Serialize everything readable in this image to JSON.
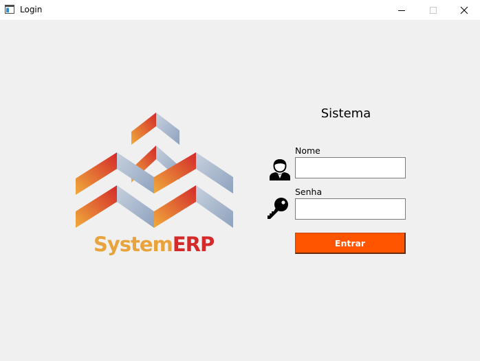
{
  "window": {
    "title": "Login",
    "controls": {
      "minimize": "minimize-icon",
      "maximize": "maximize-icon",
      "close": "close-icon"
    }
  },
  "logo": {
    "brand_part1": "System",
    "brand_part2": "ERP",
    "colors": {
      "orange": "#e8a33c",
      "red": "#d42a2a",
      "steel": "#a9b8cf"
    }
  },
  "form": {
    "title": "Sistema",
    "name_label": "Nome",
    "name_value": "",
    "password_label": "Senha",
    "password_value": "",
    "submit_label": "Entrar",
    "icons": {
      "user": "user-icon",
      "key": "key-icon"
    },
    "submit_color": "#ff5500"
  }
}
